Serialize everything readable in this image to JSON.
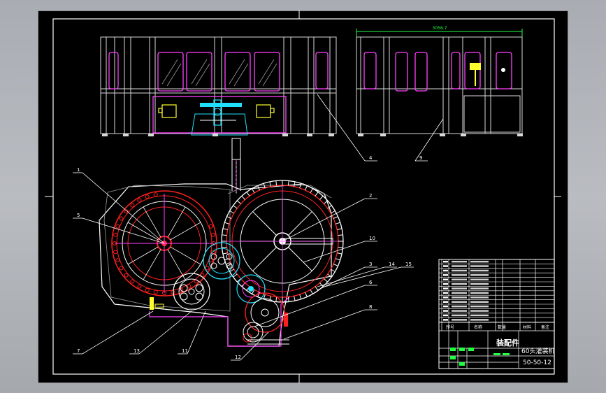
{
  "drawing": {
    "background": "#000000",
    "line_color": "#ffffff",
    "accent_colors": {
      "red": "#ff2020",
      "magenta": "#ff40ff",
      "cyan": "#20e0ff",
      "yellow": "#ffff30",
      "green": "#20ff40",
      "gray": "#9a9a9a"
    },
    "dimension_label": "3056.7",
    "callouts": [
      "1",
      "2",
      "3",
      "4",
      "5",
      "6",
      "7",
      "8",
      "9",
      "10",
      "11",
      "12",
      "13",
      "14",
      "15"
    ],
    "title_block": {
      "assembly_label": "装配件",
      "product_name": "60头灌装机",
      "drawing_number": "50-50-12",
      "header_cols": [
        "序号",
        "名称",
        "数量",
        "材料",
        "备注"
      ]
    }
  }
}
